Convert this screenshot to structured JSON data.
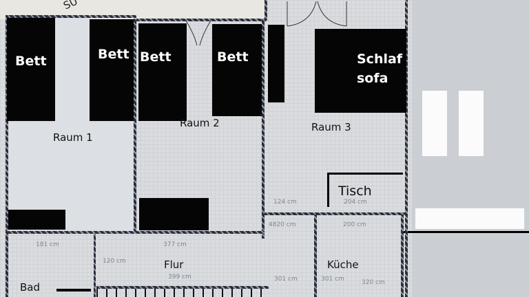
{
  "compass": "SÜ",
  "furniture": {
    "bed1": "Bett",
    "bed2": "Bett",
    "bed3": "Bett",
    "bed4": "Bett",
    "sofa_line1": "Schlaf",
    "sofa_line2": "sofa",
    "table": "Tisch"
  },
  "rooms": {
    "raum1": "Raum 1",
    "raum2": "Raum 2",
    "raum3": "Raum 3",
    "flur": "Flur",
    "kueche": "Küche",
    "bad": "Bad"
  },
  "dimensions": [
    "124 cm",
    "204 cm",
    "4820 cm",
    "200 cm",
    "181 cm",
    "377 cm",
    "120 cm",
    "399 cm",
    "301 cm",
    "301 cm",
    "320 cm"
  ]
}
